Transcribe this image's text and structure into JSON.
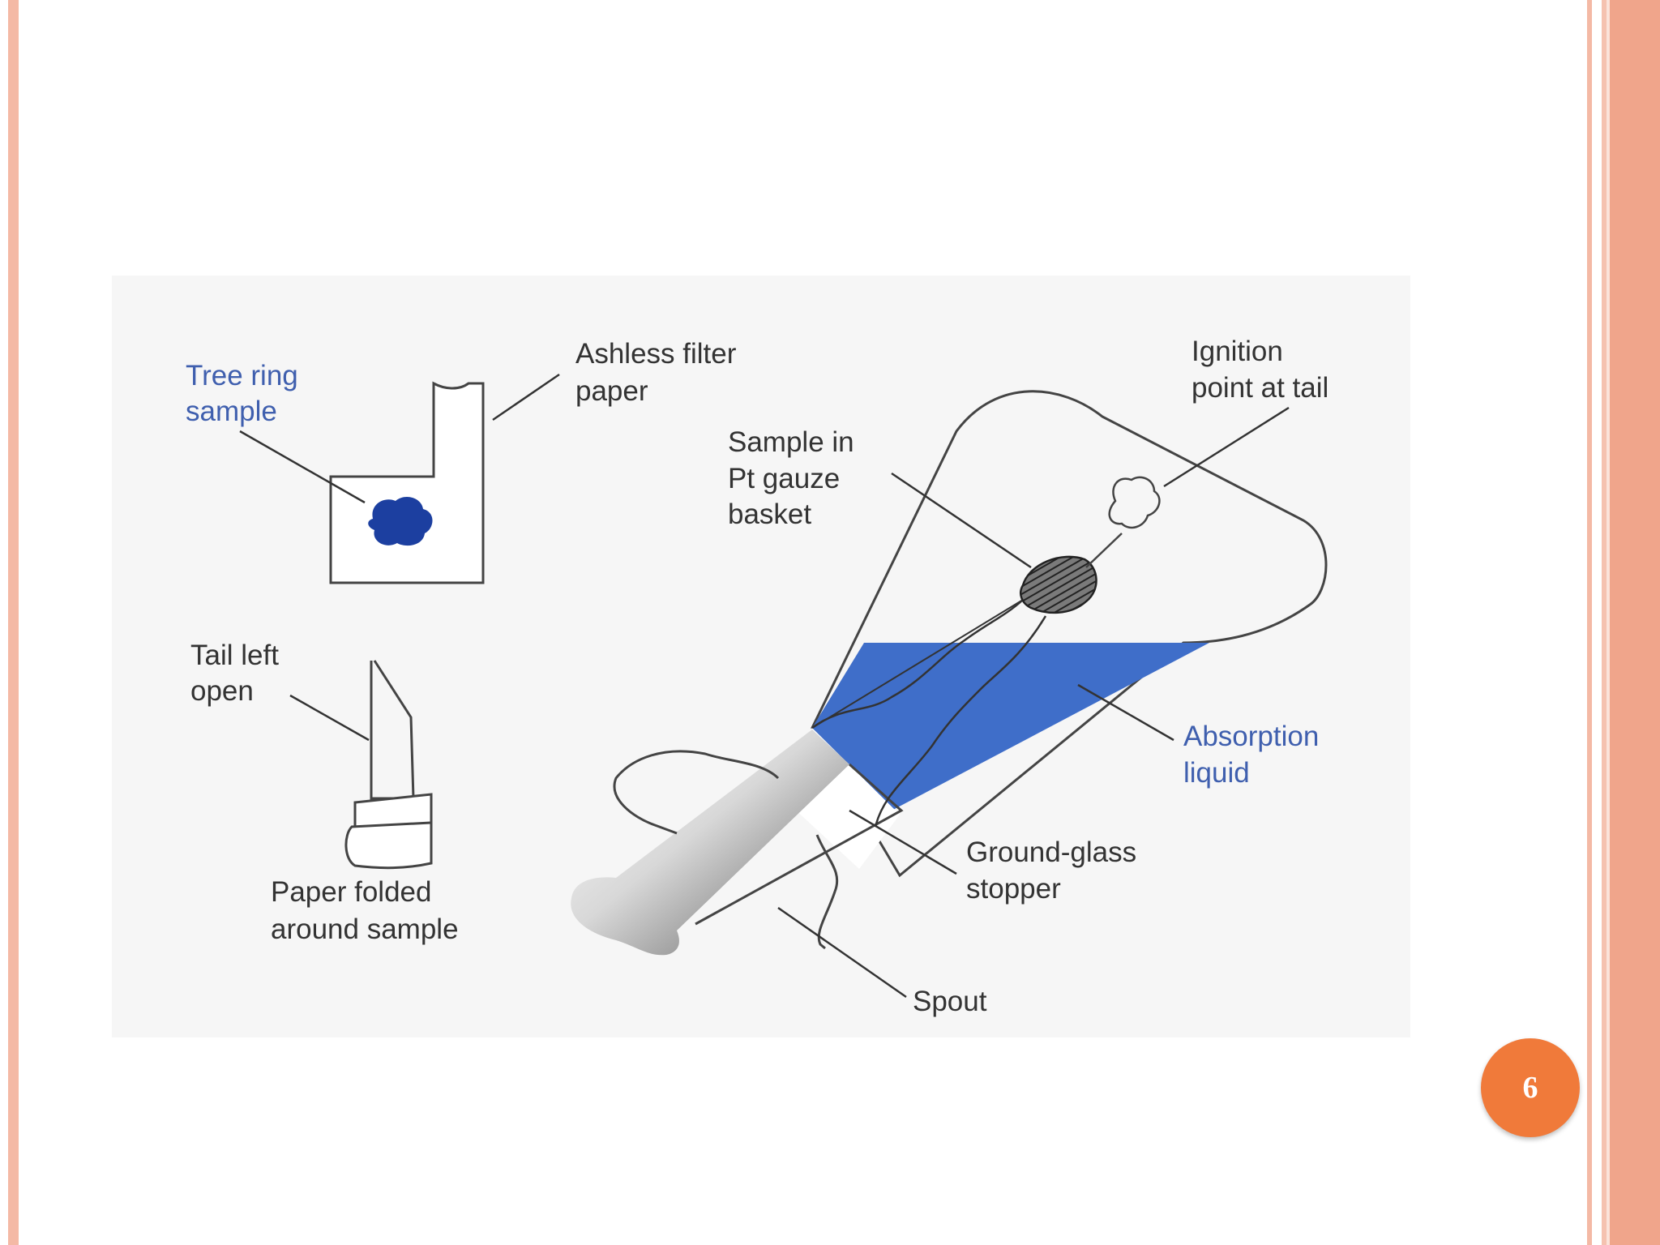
{
  "theme": {
    "border_color": "#f4b9a5",
    "accent_color": "#f07a3a",
    "liquid_color": "#3f6ec9",
    "sample_color": "#1c3fa0"
  },
  "diagram": {
    "labels": {
      "tree_ring_sample": [
        "Tree ring",
        "sample"
      ],
      "ashless_filter_paper": [
        "Ashless filter",
        "paper"
      ],
      "tail_left_open": [
        "Tail left",
        "open"
      ],
      "paper_folded": [
        "Paper folded",
        "around sample"
      ],
      "sample_in_basket": [
        "Sample in",
        "Pt gauze",
        "basket"
      ],
      "ignition_point": [
        "Ignition",
        "point at tail"
      ],
      "absorption_liquid": [
        "Absorption",
        "liquid"
      ],
      "ground_glass_stopper": [
        "Ground-glass",
        "stopper"
      ],
      "spout": "Spout"
    }
  },
  "slide": {
    "page_number": "6"
  }
}
